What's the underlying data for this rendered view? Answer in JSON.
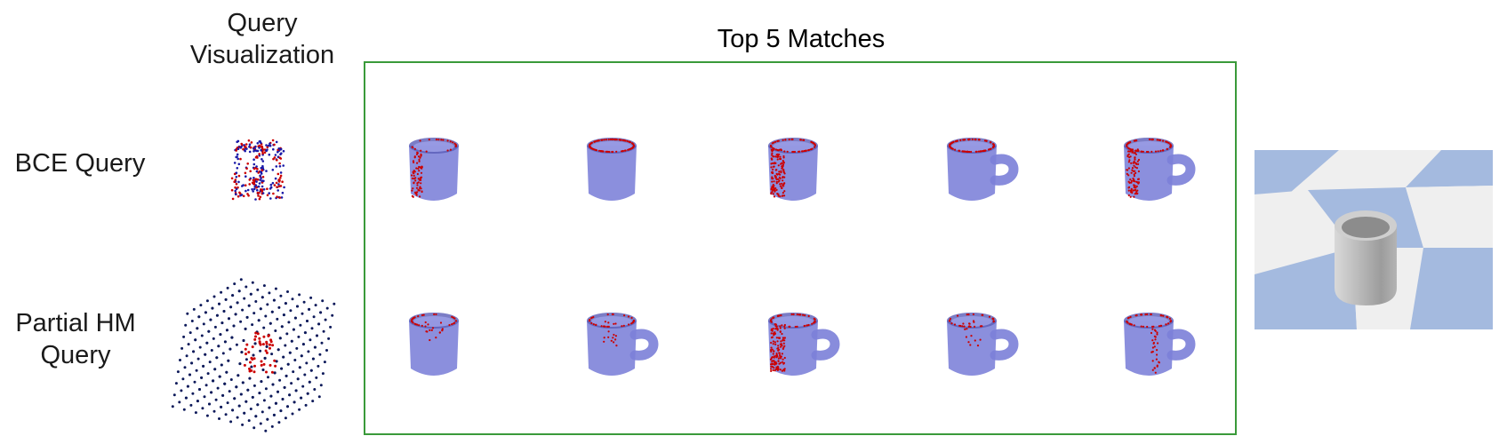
{
  "column_header": {
    "line1": "Query",
    "line2": "Visualization"
  },
  "matches_header": {
    "label": "Top 5 Matches",
    "color": "#3a9a3a"
  },
  "rows": [
    {
      "label_line1": "BCE Query",
      "label_line2": ""
    },
    {
      "label_line1": "Partial HM",
      "label_line2": "Query"
    }
  ],
  "colors": {
    "mug_fill": "#7b7fd8",
    "mug_dark": "#5a5cb8",
    "point_red": "#cc0000",
    "point_blue": "#1a1aa8",
    "grid_dark": "#0d1a5a",
    "floor_blue": "#a4badf",
    "floor_white": "#efefef",
    "cup_gray": "#bdbdbd"
  },
  "matches": [
    [
      {
        "handle": false,
        "red": "left"
      },
      {
        "handle": false,
        "red": "rim"
      },
      {
        "handle": false,
        "red": "left-heavy"
      },
      {
        "handle": true,
        "red": "rim"
      },
      {
        "handle": true,
        "red": "left-rim"
      }
    ],
    [
      {
        "handle": false,
        "red": "rim-light"
      },
      {
        "handle": true,
        "red": "rim-light"
      },
      {
        "handle": true,
        "red": "left-heavy"
      },
      {
        "handle": true,
        "red": "rim-light"
      },
      {
        "handle": true,
        "red": "rim-right"
      }
    ]
  ]
}
